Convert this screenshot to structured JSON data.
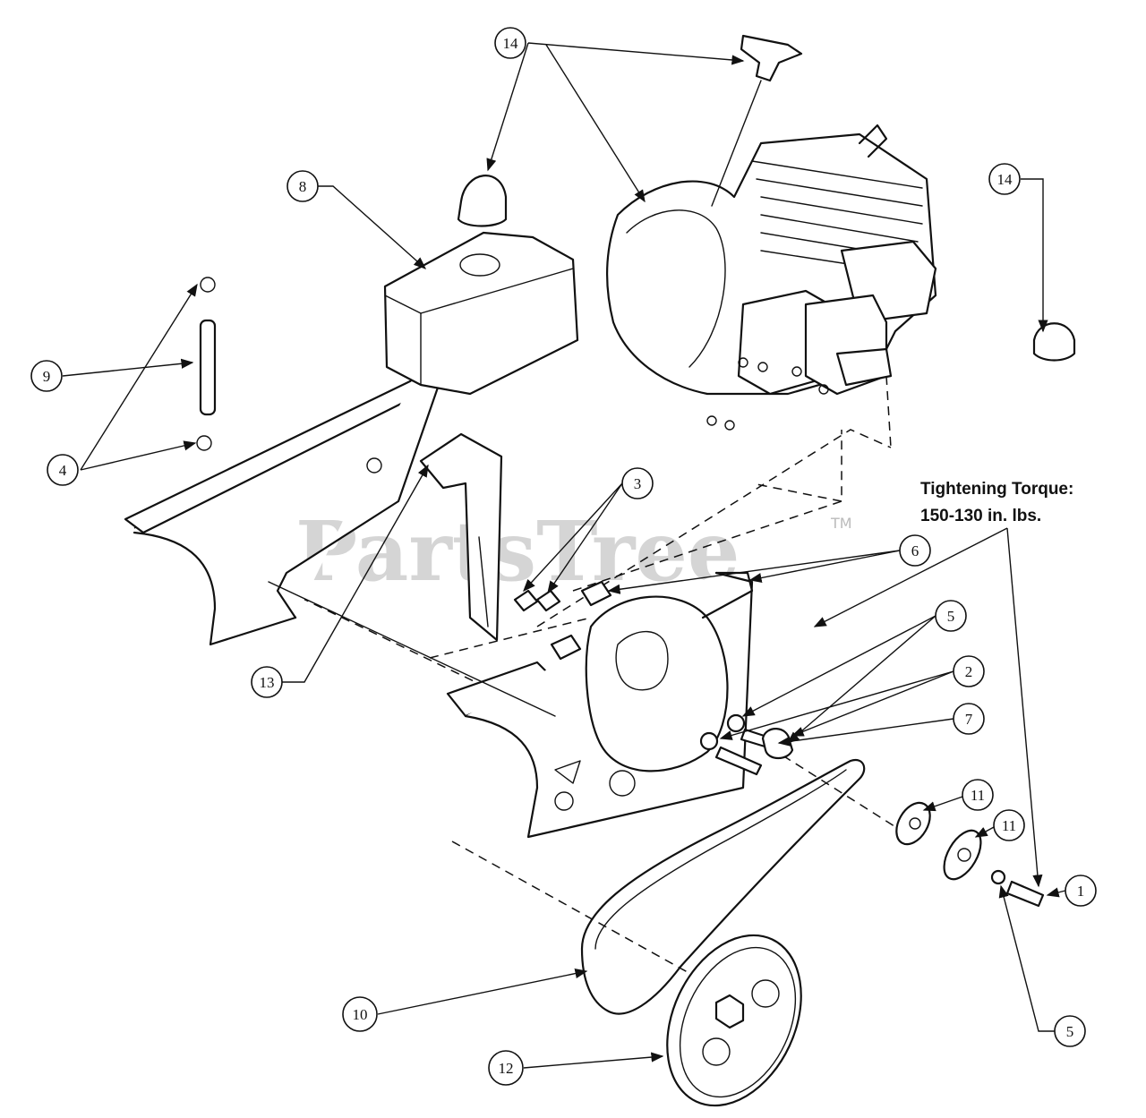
{
  "watermark": {
    "text": "PartsTree",
    "tm": "TM"
  },
  "torque_note": {
    "line1": "Tightening Torque:",
    "line2": "150-130 in. lbs."
  },
  "callouts": {
    "c14a": "14",
    "c14b": "14",
    "c8": "8",
    "c9": "9",
    "c4": "4",
    "c3": "3",
    "c6": "6",
    "c5a": "5",
    "c2": "2",
    "c7": "7",
    "c13": "13",
    "c11a": "11",
    "c11b": "11",
    "c1": "1",
    "c5b": "5",
    "c10": "10",
    "c12": "12"
  }
}
